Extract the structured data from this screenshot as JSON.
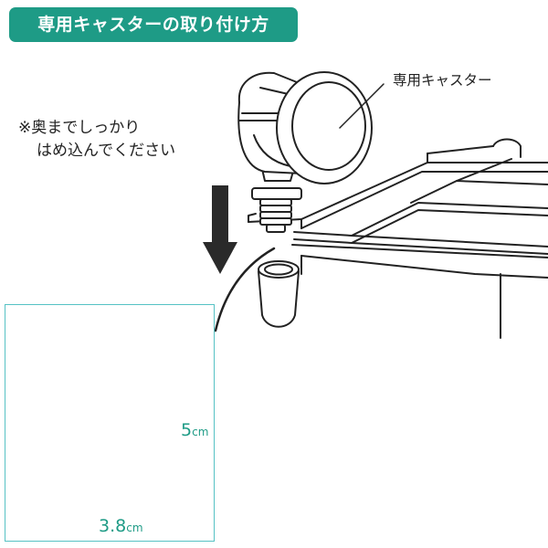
{
  "title": "専用キャスターの取り付け方",
  "instruction": {
    "line1": "※奥までしっかり",
    "line2": "はめ込んでください"
  },
  "caster_label": "専用キャスター",
  "dimensions": {
    "height_value": "5",
    "height_unit": "cm",
    "width_value": "3.8",
    "width_unit": "cm"
  },
  "colors": {
    "accent": "#1e9b86",
    "inset_border": "#56c2c4",
    "line_art": "#222222",
    "arrow": "#2a2a2a"
  },
  "icons": {
    "insert_arrow": "down-arrow-icon",
    "caster": "caster-wheel-icon"
  }
}
